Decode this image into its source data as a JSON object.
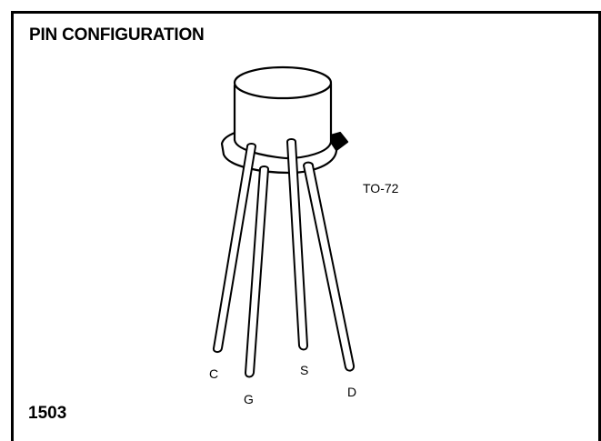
{
  "header": {
    "title": "PIN CONFIGURATION"
  },
  "package": {
    "label": "TO-72"
  },
  "pins": [
    {
      "label": "C"
    },
    {
      "label": "G"
    },
    {
      "label": "S"
    },
    {
      "label": "D"
    }
  ],
  "footer": {
    "part_number": "1503"
  }
}
